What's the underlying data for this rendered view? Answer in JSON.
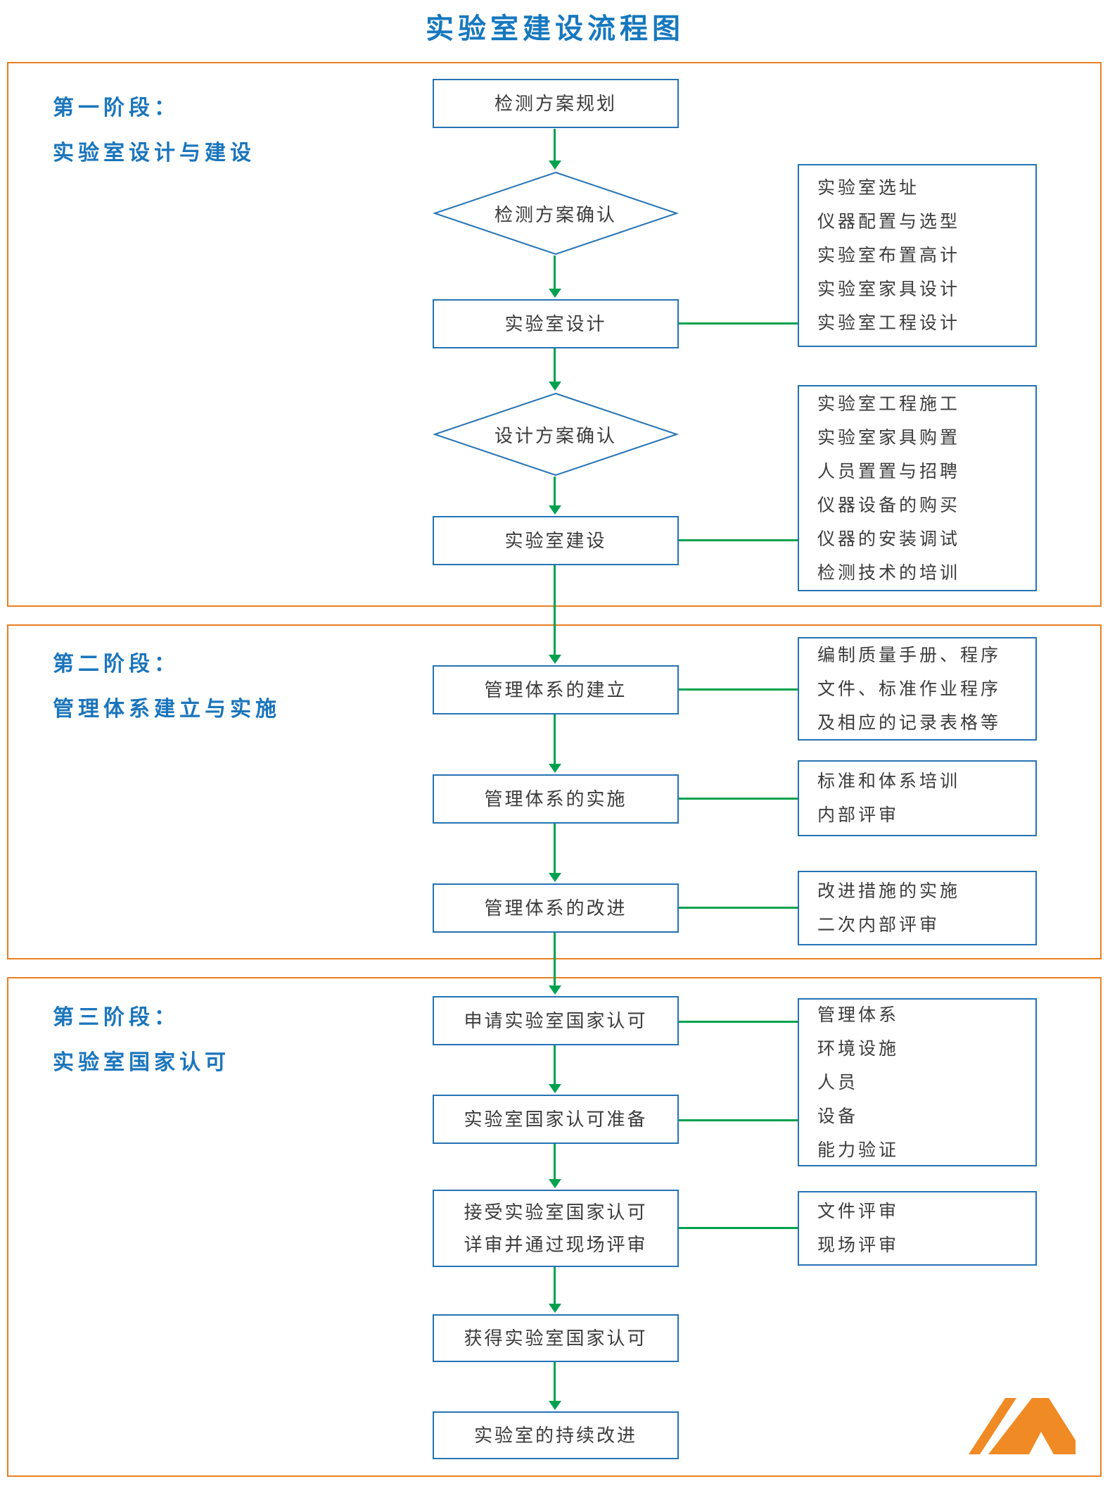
{
  "title": "实验室建设流程图",
  "colors": {
    "blue_accent": "#1B75BC",
    "box_border_blue": "#2473B5",
    "section_border_orange": "#E8801F",
    "arrow_green": "#00A14E",
    "logo_orange": "#F08A24",
    "text_dark": "#3b3b3b"
  },
  "stages": [
    {
      "label_line1": "第一阶段：",
      "label_line2": "实验室设计与建设"
    },
    {
      "label_line1": "第二阶段：",
      "label_line2": "管理体系建立与实施"
    },
    {
      "label_line1": "第三阶段：",
      "label_line2": "实验室国家认可"
    }
  ],
  "flow": {
    "n1": "检测方案规划",
    "d1": "检测方案确认",
    "n2": "实验室设计",
    "d2": "设计方案确认",
    "n3": "实验室建设",
    "n4": "管理体系的建立",
    "n5": "管理体系的实施",
    "n6": "管理体系的改进",
    "n7": "申请实验室国家认可",
    "n8": "实验室国家认可准备",
    "n9_line1": "接受实验室国家认可",
    "n9_line2": "详审并通过现场评审",
    "n10": "获得实验室国家认可",
    "n11": "实验室的持续改进"
  },
  "side_boxes": {
    "design": [
      "实验室选址",
      "仪器配置与选型",
      "实验室布置高计",
      "实验室家具设计",
      "实验室工程设计"
    ],
    "build": [
      "实验室工程施工",
      "实验室家具购置",
      "人员置置与招聘",
      "仪器设备的购买",
      "仪器的安装调试",
      "检测技术的培训"
    ],
    "sys_build": [
      "编制质量手册、程序",
      "文件、标准作业程序",
      "及相应的记录表格等"
    ],
    "sys_impl": [
      "标准和体系培训",
      "内部评审"
    ],
    "sys_improve": [
      "改进措施的实施",
      "二次内部评审"
    ],
    "apply": [
      "管理体系",
      "环境设施",
      "人员",
      "设备",
      "能力验证"
    ],
    "review": [
      "文件评审",
      "现场评审"
    ]
  },
  "logo_name": "company-logo"
}
